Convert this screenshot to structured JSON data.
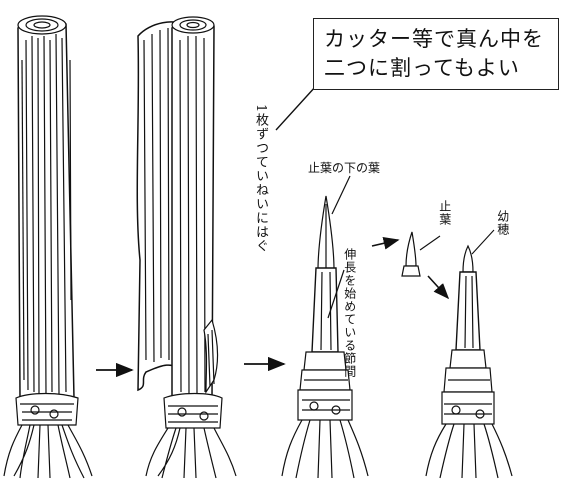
{
  "callout": {
    "line1": "カッター等で真ん中を",
    "line2": "二つに割ってもよい"
  },
  "labels": {
    "peel": "1枚ずつていねいにはぐ",
    "flag_leaf_sheath": "止葉の下の葉",
    "elongating_node": "伸長を始めている節間",
    "flag_leaf": "止葉",
    "young_panicle": "幼穂"
  },
  "colors": {
    "ink": "#111111",
    "paper": "#ffffff"
  }
}
